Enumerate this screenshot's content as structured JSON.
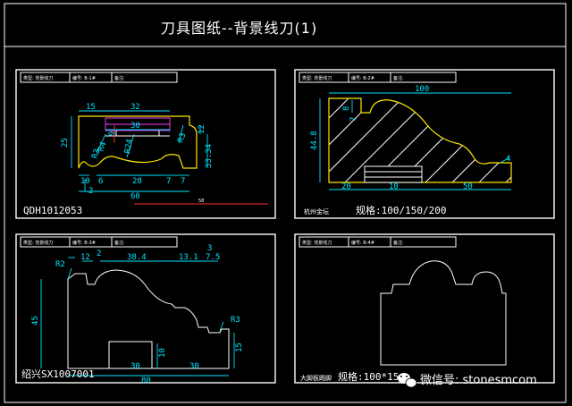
{
  "title": "刀具图纸--背景线刀(1)",
  "panels": [
    {
      "header": {
        "cells": [
          "类型: 背景线刀",
          "编号: B-1#",
          "备注:"
        ]
      },
      "footer_code": "QDH1012053",
      "dims": {
        "d15": "15",
        "d32": "32",
        "d30": "30",
        "d9": "9",
        "d12a": "12",
        "d25": "25",
        "dR3": "R3",
        "dR4": "R4",
        "dR24": "R24",
        "dR3b": "R3",
        "d33": "33.34",
        "d10": "10",
        "d6": "6",
        "d28": "28",
        "d7a": "7",
        "d7b": "7",
        "d2": "2",
        "d60": "60",
        "d58": "58"
      }
    },
    {
      "header": {
        "cells": [
          "类型: 背景线刀",
          "编号: B-2#",
          "备注:"
        ]
      },
      "footer_left": "杭州金坛",
      "footer_spec": "规格:100/150/200",
      "dims": {
        "d100": "100",
        "d8": "8",
        "d7": "7",
        "d448": "44.8",
        "d20": "20",
        "d10": "10",
        "d50": "50",
        "d4": "4"
      }
    },
    {
      "header": {
        "cells": [
          "类型: 背景线刀",
          "编号: B-3#",
          "备注:"
        ]
      },
      "footer_code": "绍兴SX1007001",
      "dims": {
        "dR2": "R2",
        "d12": "12",
        "d2": "2",
        "d384": "38.4",
        "d131": "13.1",
        "d75": "7.5",
        "d3": "3",
        "d45": "45",
        "dR3": "R3",
        "d15": "15",
        "d10": "10",
        "d30a": "30",
        "d30b": "30",
        "d80": "80"
      }
    },
    {
      "header": {
        "cells": [
          "类型: 背景线刀",
          "编号: B-4#",
          "备注:"
        ]
      },
      "footer_left": "大脚板踢脚",
      "footer_spec": "规格:100*15"
    }
  ],
  "watermark": {
    "icon": "wechat-icon",
    "text": "微信号: stonesmcom"
  }
}
